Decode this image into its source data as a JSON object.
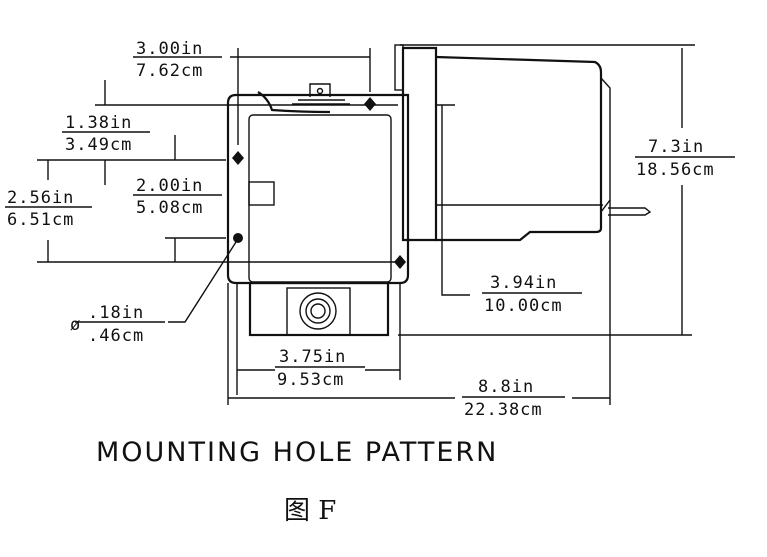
{
  "dimensions": {
    "width_3_00": {
      "in": "3.00in",
      "cm": "7.62cm"
    },
    "offset_1_38": {
      "in": "1.38in",
      "cm": "3.49cm"
    },
    "height_2_56": {
      "in": "2.56in",
      "cm": "6.51cm"
    },
    "spacing_2_00": {
      "in": "2.00in",
      "cm": "5.08cm"
    },
    "hole_dia": {
      "symbol": "ø",
      "in": ".18in",
      "cm": ".46cm"
    },
    "height_7_3": {
      "in": "7.3in",
      "cm": "18.56cm"
    },
    "height_3_94": {
      "in": "3.94in",
      "cm": "10.00cm"
    },
    "width_3_75": {
      "in": "3.75in",
      "cm": "9.53cm"
    },
    "length_8_8": {
      "in": "8.8in",
      "cm": "22.38cm"
    }
  },
  "title": "MOUNTING HOLE PATTERN",
  "caption": "图 F"
}
